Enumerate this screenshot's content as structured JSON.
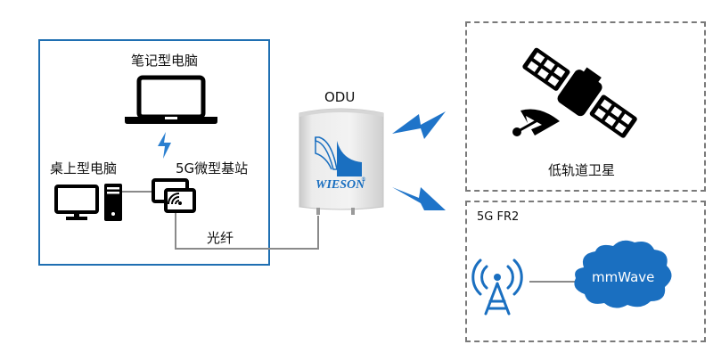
{
  "labels": {
    "laptop": "笔记型电脑",
    "desktop": "桌上型电脑",
    "small_cell": "5G微型基站",
    "fiber": "光纤",
    "odu": "ODU",
    "odu_brand": "WIESON",
    "odu_brand_mark": "®",
    "satellite": "低轨道卫星",
    "fr2": "5G FR2",
    "mmwave": "mmWave"
  },
  "icons": [
    "laptop-icon",
    "lightning-icon",
    "desktop-monitor-icon",
    "pc-tower-icon",
    "small-cell-icon",
    "odu-antenna-icon",
    "wireless-link-icon",
    "satellite-icon",
    "cell-tower-icon",
    "cloud-icon"
  ],
  "colors": {
    "accent_blue": "#1f6fb2",
    "link_blue": "#2a7fd0",
    "cloud_blue": "#1a6fc0",
    "line_gray": "#8a8a8a",
    "dash_gray": "#7a7a7a"
  }
}
